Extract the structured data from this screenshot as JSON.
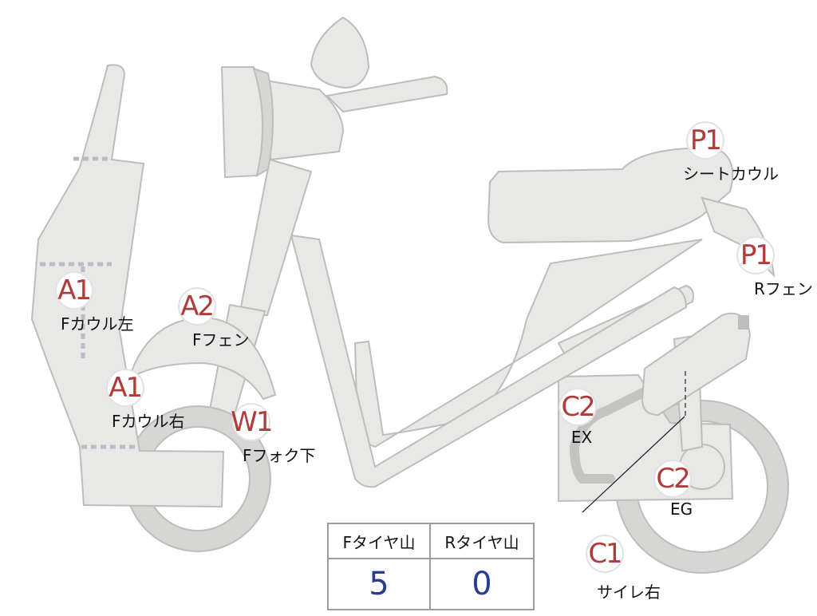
{
  "markers": {
    "a1_left": {
      "code": "A1",
      "label": "Fカウル左"
    },
    "a1_right": {
      "code": "A1",
      "label": "Fカウル右"
    },
    "a2_front_fender": {
      "code": "A2",
      "label": "Fフェン"
    },
    "w1_front_fork": {
      "code": "W1",
      "label": "Fフォク下"
    },
    "p1_seat_cowl": {
      "code": "P1",
      "label": "シートカウル"
    },
    "p1_rear_fender": {
      "code": "P1",
      "label": "Rフェン"
    },
    "c2_exhaust": {
      "code": "C2",
      "label": "EX"
    },
    "c2_engine": {
      "code": "C2",
      "label": "EG"
    },
    "c1_silencer_right": {
      "code": "C1",
      "label": "サイレ右"
    }
  },
  "tire_table": {
    "front_header": "Fタイヤ山",
    "rear_header": "Rタイヤ山",
    "front_value": "5",
    "rear_value": "0"
  }
}
